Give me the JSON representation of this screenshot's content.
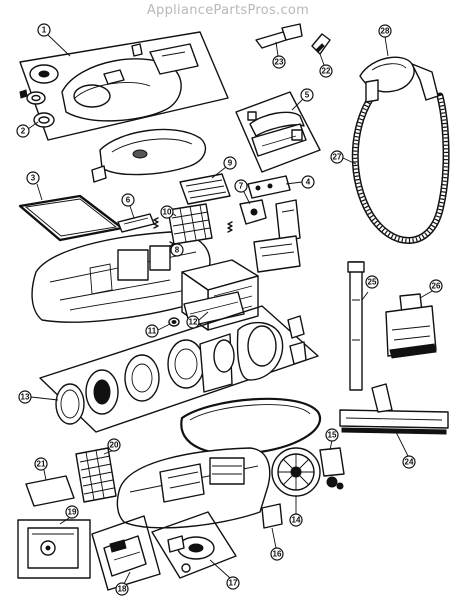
{
  "watermark": "AppliancePartsPros.com",
  "callouts": [
    {
      "id": "1",
      "label": "1"
    },
    {
      "id": "2",
      "label": "2"
    },
    {
      "id": "3",
      "label": "3"
    },
    {
      "id": "4",
      "label": "4"
    },
    {
      "id": "5",
      "label": "5"
    },
    {
      "id": "6",
      "label": "6"
    },
    {
      "id": "7",
      "label": "7"
    },
    {
      "id": "8",
      "label": "8"
    },
    {
      "id": "9",
      "label": "9"
    },
    {
      "id": "10",
      "label": "10"
    },
    {
      "id": "11",
      "label": "11"
    },
    {
      "id": "12",
      "label": "12"
    },
    {
      "id": "13",
      "label": "13"
    },
    {
      "id": "14",
      "label": "14"
    },
    {
      "id": "15",
      "label": "15"
    },
    {
      "id": "16",
      "label": "16"
    },
    {
      "id": "17",
      "label": "17"
    },
    {
      "id": "18",
      "label": "18"
    },
    {
      "id": "19",
      "label": "19"
    },
    {
      "id": "20",
      "label": "20"
    },
    {
      "id": "21",
      "label": "21"
    },
    {
      "id": "22",
      "label": "22"
    },
    {
      "id": "23",
      "label": "23"
    },
    {
      "id": "24",
      "label": "24"
    },
    {
      "id": "25",
      "label": "25"
    },
    {
      "id": "26",
      "label": "26"
    },
    {
      "id": "27",
      "label": "27"
    },
    {
      "id": "28",
      "label": "28"
    }
  ]
}
